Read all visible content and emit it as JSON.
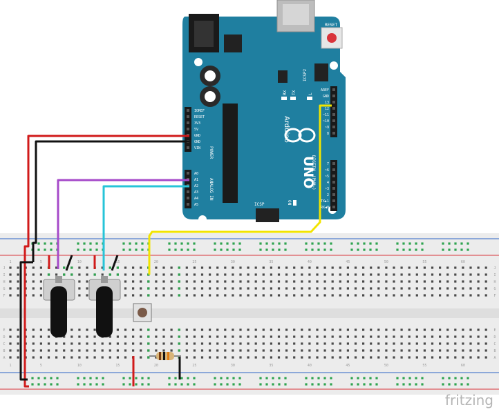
{
  "colors": {
    "board": "#1f7fa0",
    "board_dark": "#17657f",
    "breadboard": "#ececec",
    "rail_red": "#d9333a",
    "rail_blue": "#2b63c6",
    "hole_green": "#2ea44f",
    "wire_red": "#d11a1a",
    "wire_black": "#111111",
    "wire_purple": "#a64ac9",
    "wire_cyan": "#27c4d8",
    "wire_yellow": "#f2e400"
  },
  "arduino": {
    "brand": "Arduino",
    "model": "UNO",
    "reset_label": "RESET",
    "icsp2_label": "ICSP2",
    "icsp_label": "ICSP",
    "tx_label": "TX",
    "rx_label": "RX",
    "l_label": "L",
    "on_label": "ON",
    "power_group_label": "POWER",
    "analog_group_label": "ANALOG IN",
    "digital_group_label": "DIGITAL (PWM~)",
    "power_pins": [
      "IOREF",
      "RESET",
      "3V3",
      "5V",
      "GND",
      "GND",
      "VIN"
    ],
    "analog_pins": [
      "A0",
      "A1",
      "A2",
      "A3",
      "A4",
      "A5"
    ],
    "digital_upper_pins": [
      "AREF",
      "GND",
      "13",
      "12",
      "~11",
      "~10",
      "~9",
      "8"
    ],
    "digital_lower_pins": [
      "7",
      "~6",
      "~5",
      "4",
      "~3",
      "2",
      "TX▶1",
      "RX◀0"
    ]
  },
  "breadboard": {
    "column_numbers": [
      "1",
      "5",
      "10",
      "15",
      "20",
      "25",
      "30",
      "35",
      "40",
      "45",
      "50",
      "55",
      "60"
    ],
    "row_letters_top": [
      "J",
      "I",
      "H",
      "G",
      "F"
    ],
    "row_letters_bottom": [
      "E",
      "D",
      "C",
      "B",
      "A"
    ]
  },
  "components": {
    "potentiometers": 2,
    "pushbuttons": 1,
    "resistors": 1
  },
  "watermark": "fritzing"
}
